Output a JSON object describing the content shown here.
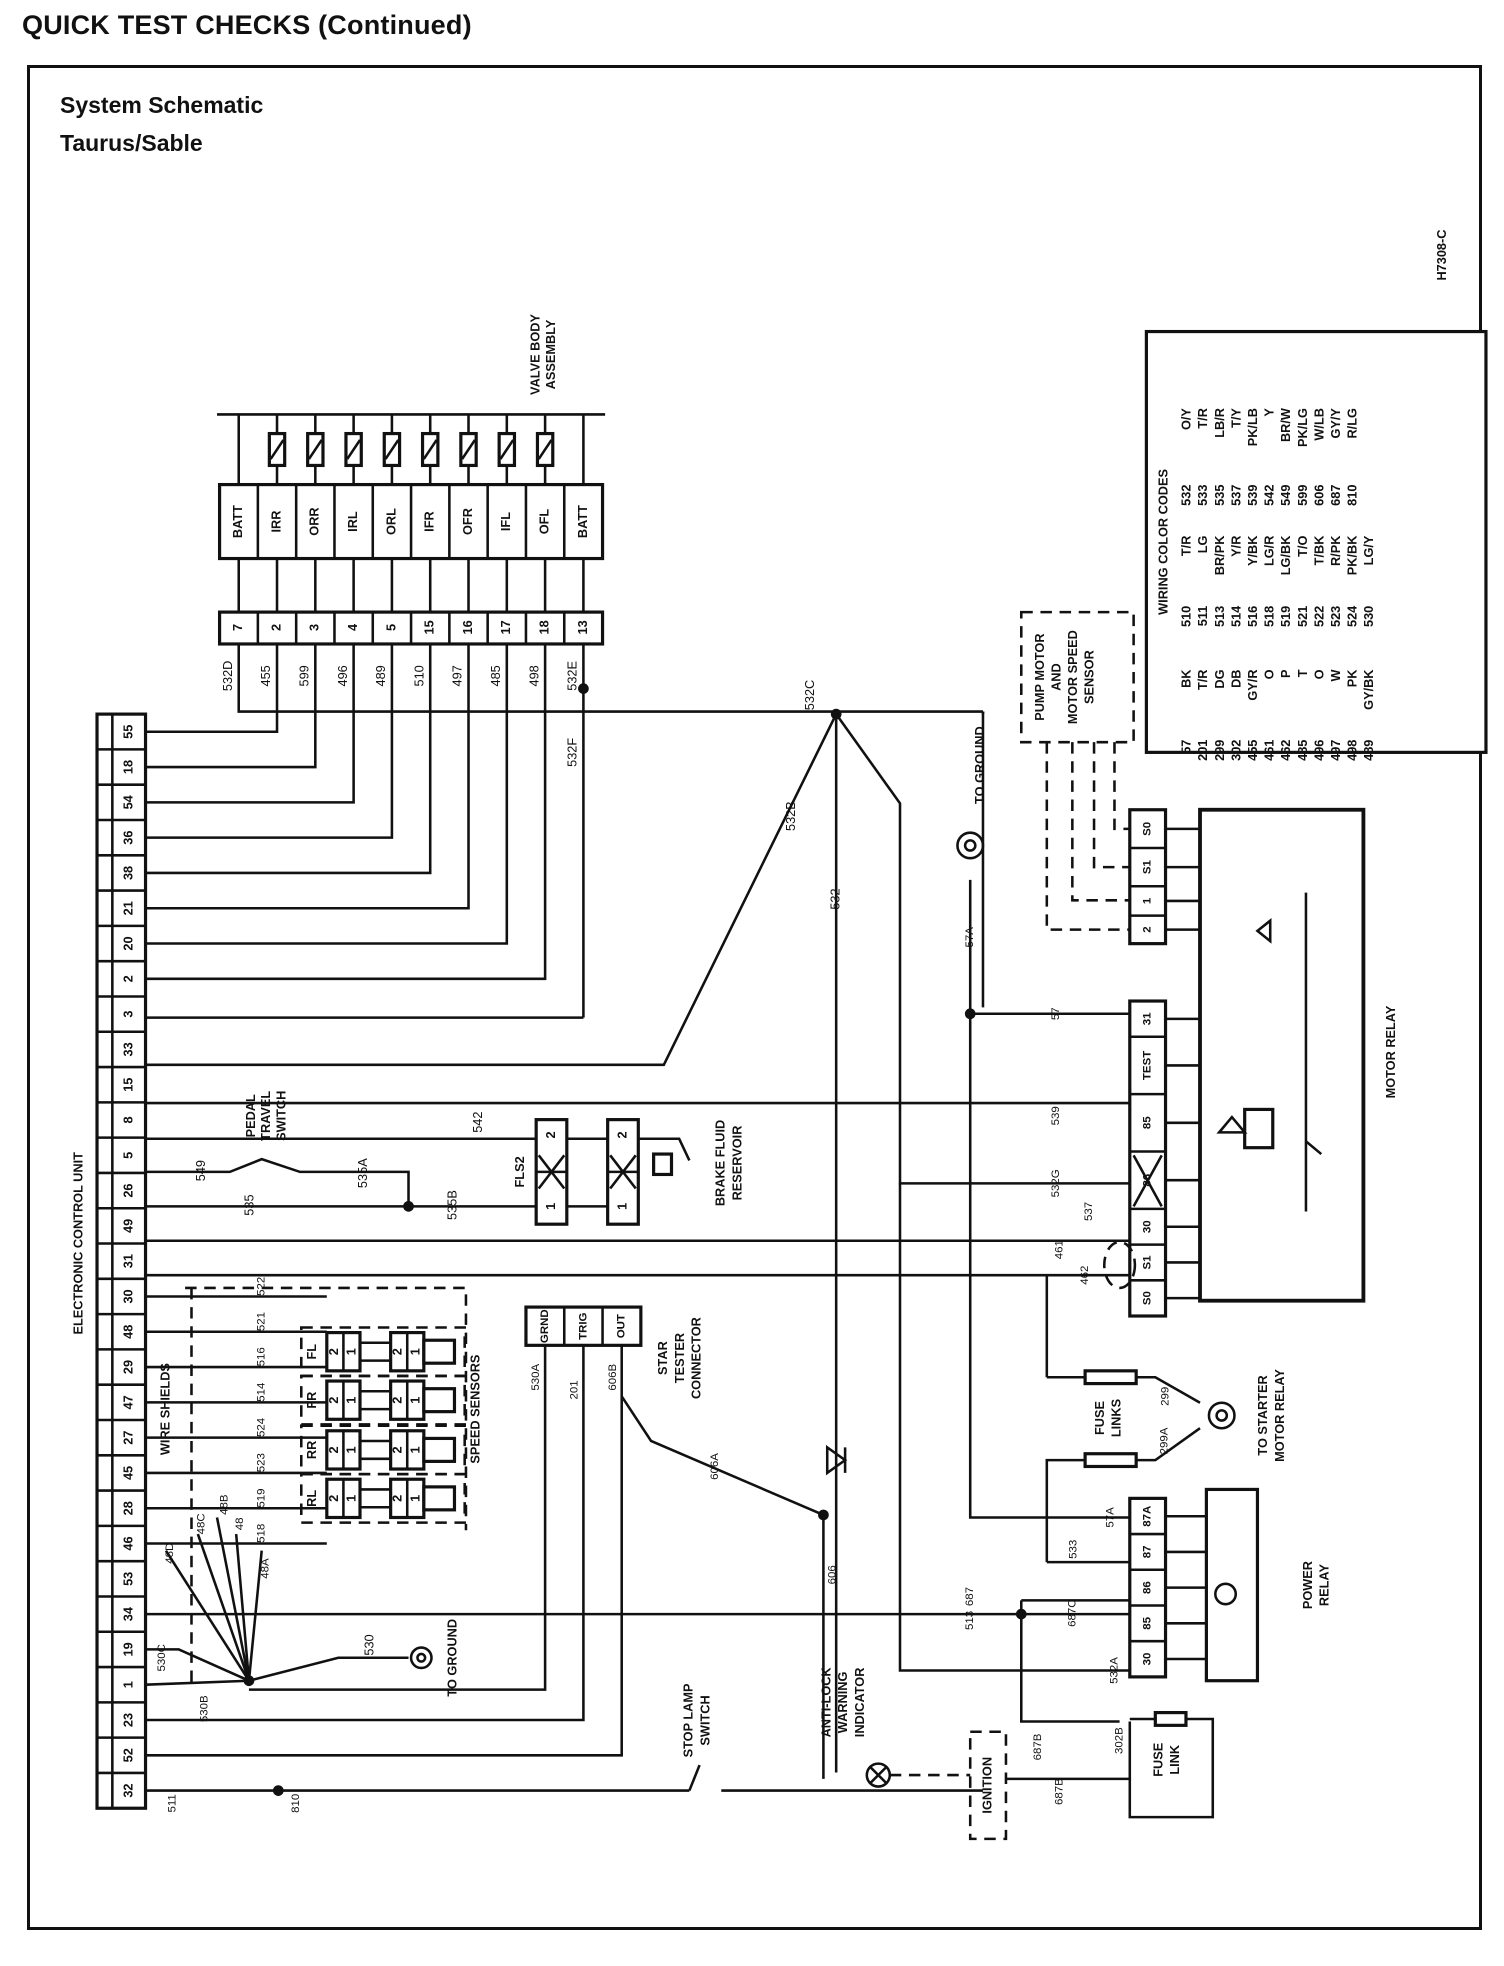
{
  "header": {
    "title": "QUICK TEST CHECKS (Continued)",
    "subtitle_line1": "System Schematic",
    "subtitle_line2": "Taurus/Sable",
    "figure_code": "H7308-C"
  },
  "ecu": {
    "label": "ELECTRONIC CONTROL UNIT",
    "pins": [
      "55",
      "18",
      "54",
      "36",
      "38",
      "21",
      "20",
      "2",
      "3",
      "33",
      "15",
      "8",
      "5",
      "26",
      "49",
      "31",
      "30",
      "48",
      "29",
      "47",
      "27",
      "45",
      "28",
      "46",
      "53",
      "34",
      "19",
      "1",
      "23",
      "52",
      "32"
    ]
  },
  "valve_body": {
    "label_line1": "VALVE BODY",
    "label_line2": "ASSEMBLY",
    "pins": [
      "7",
      "2",
      "3",
      "4",
      "5",
      "15",
      "16",
      "17",
      "18",
      "13"
    ],
    "names": [
      "BATT",
      "IRR",
      "ORR",
      "IRL",
      "ORL",
      "IFR",
      "OFR",
      "IFL",
      "OFL",
      "BATT"
    ],
    "wires": [
      "532D",
      "455",
      "599",
      "496",
      "489",
      "510",
      "497",
      "485",
      "498",
      "532E"
    ]
  },
  "pedal_switch": {
    "label_line1": "PEDAL",
    "label_line2": "TRAVEL",
    "label_line3": "SWITCH"
  },
  "brake_fluid": {
    "label_line1": "BRAKE FLUID",
    "label_line2": "RESERVOIR",
    "sensor": "FLS2",
    "pin1": "1",
    "pin2": "2"
  },
  "wire_shields": "WIRE SHIELDS",
  "speed_sensors": {
    "label": "SPEED SENSORS",
    "names": [
      "FL",
      "FR",
      "RR",
      "RL"
    ],
    "pin1": "1",
    "pin2": "2",
    "wires": [
      "522",
      "521",
      "516",
      "514",
      "524",
      "523",
      "519",
      "518"
    ]
  },
  "star_tester": {
    "label_line1": "STAR",
    "label_line2": "TESTER",
    "label_line3": "CONNECTOR",
    "pins": [
      "GRND",
      "TRIG",
      "OUT"
    ],
    "wires": [
      "530A",
      "201",
      "606B"
    ]
  },
  "stop_lamp": {
    "label_line1": "STOP LAMP",
    "label_line2": "SWITCH"
  },
  "warning_indicator": {
    "label_line1": "ANTI-LOCK",
    "label_line2": "WARNING",
    "label_line3": "INDICATOR"
  },
  "ignition": "IGNITION",
  "to_ground": "TO GROUND",
  "to_starter": {
    "label_line1": "TO STARTER",
    "label_line2": "MOTOR RELAY"
  },
  "fuse_links": {
    "label_line1": "FUSE",
    "label_line2": "LINKS"
  },
  "fuse_link": {
    "label_line1": "FUSE",
    "label_line2": "LINK"
  },
  "pump_motor": {
    "label_line1": "PUMP MOTOR",
    "label_line2": "AND",
    "label_line3": "MOTOR SPEED",
    "label_line4": "SENSOR"
  },
  "pump_pins": [
    "S0",
    "S1",
    "1",
    "2"
  ],
  "motor_relay": {
    "label": "MOTOR RELAY",
    "pins": [
      "31",
      "TEST",
      "85",
      "86",
      "30",
      "S1",
      "S0"
    ]
  },
  "power_relay": {
    "label_line1": "POWER",
    "label_line2": "RELAY",
    "pins": [
      "87A",
      "87",
      "86",
      "85",
      "30"
    ]
  },
  "wire_labels": {
    "w532C": "532C",
    "w532F": "532F",
    "w532B": "532B",
    "w532": "532",
    "w57A_top": "57A",
    "w57": "57",
    "w539": "539",
    "w532G": "532G",
    "w537": "537",
    "w461": "461",
    "w462": "462",
    "w542": "542",
    "w549": "549",
    "w535": "535",
    "w535A": "535A",
    "w535B": "535B",
    "w530": "530",
    "w530C": "530C",
    "w530B": "530B",
    "w48D": "48D",
    "w48C": "48C",
    "w48B": "48B",
    "w48": "48",
    "w48A": "48A",
    "w606A": "606A",
    "w606": "606",
    "w513": "513",
    "w687": "687",
    "w687C": "687C",
    "w533": "533",
    "w57A": "57A",
    "w532A": "532A",
    "w687B_top": "687B",
    "w687B": "687B",
    "w302B": "302B",
    "w299": "299",
    "w299A": "299A",
    "w511": "511",
    "w810": "810"
  },
  "color_codes": {
    "title": "WIRING COLOR CODES",
    "rows": [
      [
        "57",
        "BK",
        "510",
        "T/R",
        "532",
        "O/Y"
      ],
      [
        "201",
        "T/R",
        "511",
        "LG",
        "533",
        "T/R"
      ],
      [
        "299",
        "DG",
        "513",
        "BR/PK",
        "535",
        "LB/R"
      ],
      [
        "302",
        "DB",
        "514",
        "Y/R",
        "537",
        "T/Y"
      ],
      [
        "455",
        "GY/R",
        "516",
        "Y/BK",
        "539",
        "PK/LB"
      ],
      [
        "461",
        "O",
        "518",
        "LG/R",
        "542",
        "Y"
      ],
      [
        "462",
        "P",
        "519",
        "LG/BK",
        "549",
        "BR/W"
      ],
      [
        "485",
        "T",
        "521",
        "T/O",
        "599",
        "PK/LG"
      ],
      [
        "496",
        "O",
        "522",
        "T/BK",
        "606",
        "W/LB"
      ],
      [
        "497",
        "W",
        "523",
        "R/PK",
        "687",
        "GY/Y"
      ],
      [
        "498",
        "PK",
        "524",
        "PK/BK",
        "810",
        "R/LG"
      ],
      [
        "489",
        "GY/BK",
        "530",
        "LG/Y",
        "",
        ""
      ]
    ]
  }
}
